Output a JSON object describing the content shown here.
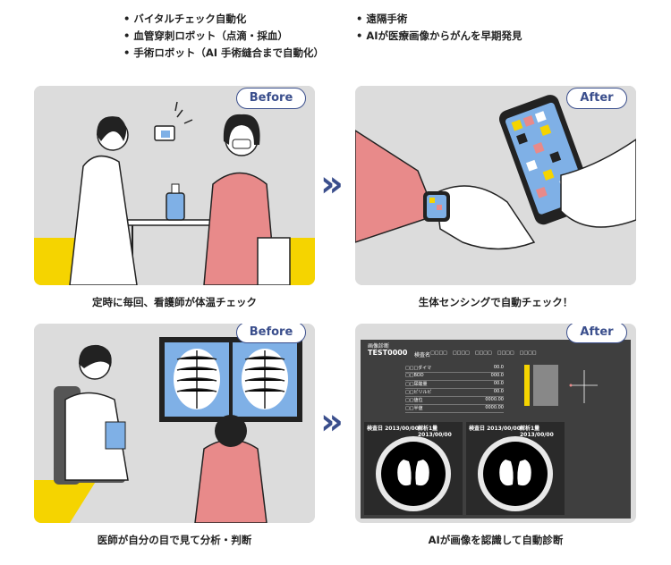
{
  "bullets_left": [
    "• バイタルチェック自動化",
    "• 血管穿刺ロボット（点滴・採血）",
    "• 手術ロボット（AI 手術縫合まで自動化）"
  ],
  "bullets_right": [
    "• 遠隔手術",
    "• AIが医療画像からがんを早期発見"
  ],
  "badges": {
    "before": "Before",
    "after": "After"
  },
  "chevron": "»",
  "captions": {
    "top_left": "定時に毎回、看護師が体温チェック",
    "top_right": "生体センシングで自動チェック！",
    "bottom_left": "医師が自分の目で見て分析・判断",
    "bottom_right": "AIが画像を認識して自動診断"
  },
  "screen": {
    "title": "画像診断",
    "patient_id": "TEST0000",
    "row_label": "検査名",
    "tabs": [
      "□□□□",
      "□□□□",
      "□□□□",
      "□□□□",
      "□□□□"
    ],
    "lab_names": [
      "□□□ダイマ",
      "□□BOD",
      "□□尿酸量",
      "□□ビリルビ",
      "□□値位",
      "□□半値"
    ],
    "lab_values": [
      "00.0",
      "000.0",
      "00.0",
      "00.0",
      "0000.00",
      "0000.00"
    ],
    "ct_left_date": "検査日 2013/00/00",
    "ct_left_result": "解析1量 2013/00/00",
    "ct_right_date": "検査日 2013/00/00",
    "ct_right_result": "解析1量 2013/00/00"
  },
  "colors": {
    "accent": "#3a4e8c",
    "yellow": "#f5d400",
    "pink": "#e88a8a",
    "phone_blue": "#7fb0e6"
  }
}
